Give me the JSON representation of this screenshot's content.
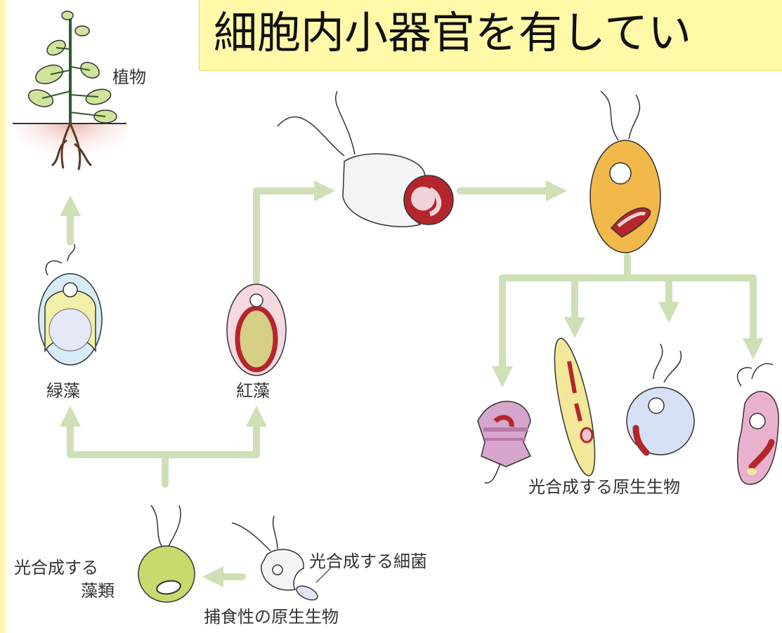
{
  "title": "細胞内小器官を有してい",
  "labels": {
    "plant": "植物",
    "green_algae": "緑藻",
    "red_algae": "紅藻",
    "photo_protists": "光合成する原生生物",
    "photo_algae_line1": "光合成する",
    "photo_algae_line2": "藻類",
    "photo_bacteria": "光合成する細菌",
    "predatory_protist": "捕食性の原生生物"
  },
  "colors": {
    "banner": "#fff9a8",
    "arrow": "#cfe0b6",
    "red_organelle": "#b3262b",
    "green_cell": "#c6db6c",
    "orange_cell": "#f2b84a"
  }
}
